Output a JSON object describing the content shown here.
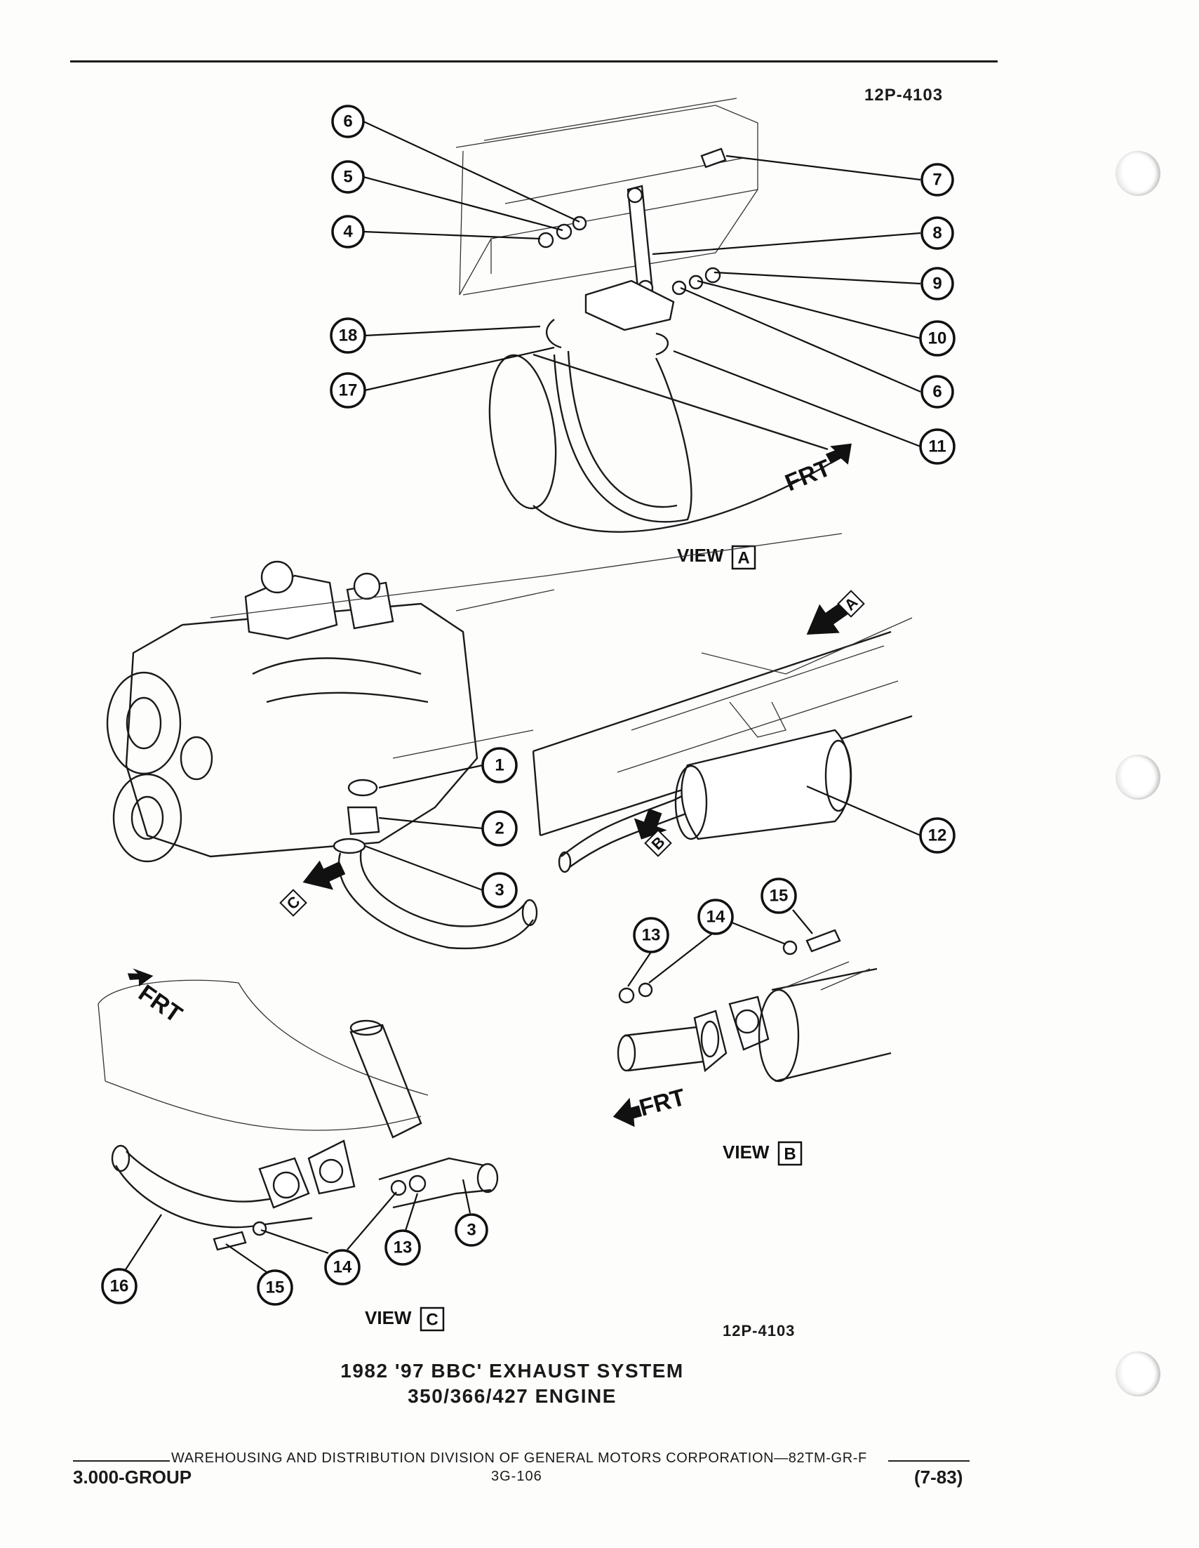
{
  "header": {
    "drawing_number_top": "12P-4103"
  },
  "figure": {
    "drawing_number_bottom": "12P-4103",
    "title_line1": "1982 '97 BBC' EXHAUST SYSTEM",
    "title_line2": "350/366/427 ENGINE",
    "view_word": "VIEW",
    "views": {
      "a": "A",
      "b": "B",
      "c": "C"
    },
    "frt_label": "FRT",
    "callouts": {
      "view_a": [
        "6",
        "5",
        "4",
        "18",
        "17",
        "7",
        "8",
        "9",
        "10",
        "6",
        "11"
      ],
      "main": [
        "1",
        "2",
        "3",
        "12"
      ],
      "view_b": [
        "13",
        "14",
        "15"
      ],
      "view_c": [
        "16",
        "15",
        "14",
        "13",
        "3"
      ]
    }
  },
  "footer": {
    "publisher_line": "WAREHOUSING AND DISTRIBUTION  DIVISION OF GENERAL MOTORS CORPORATION—82TM-GR-F",
    "group": "3.000-GROUP",
    "page": "3G-106",
    "date": "(7-83)"
  }
}
